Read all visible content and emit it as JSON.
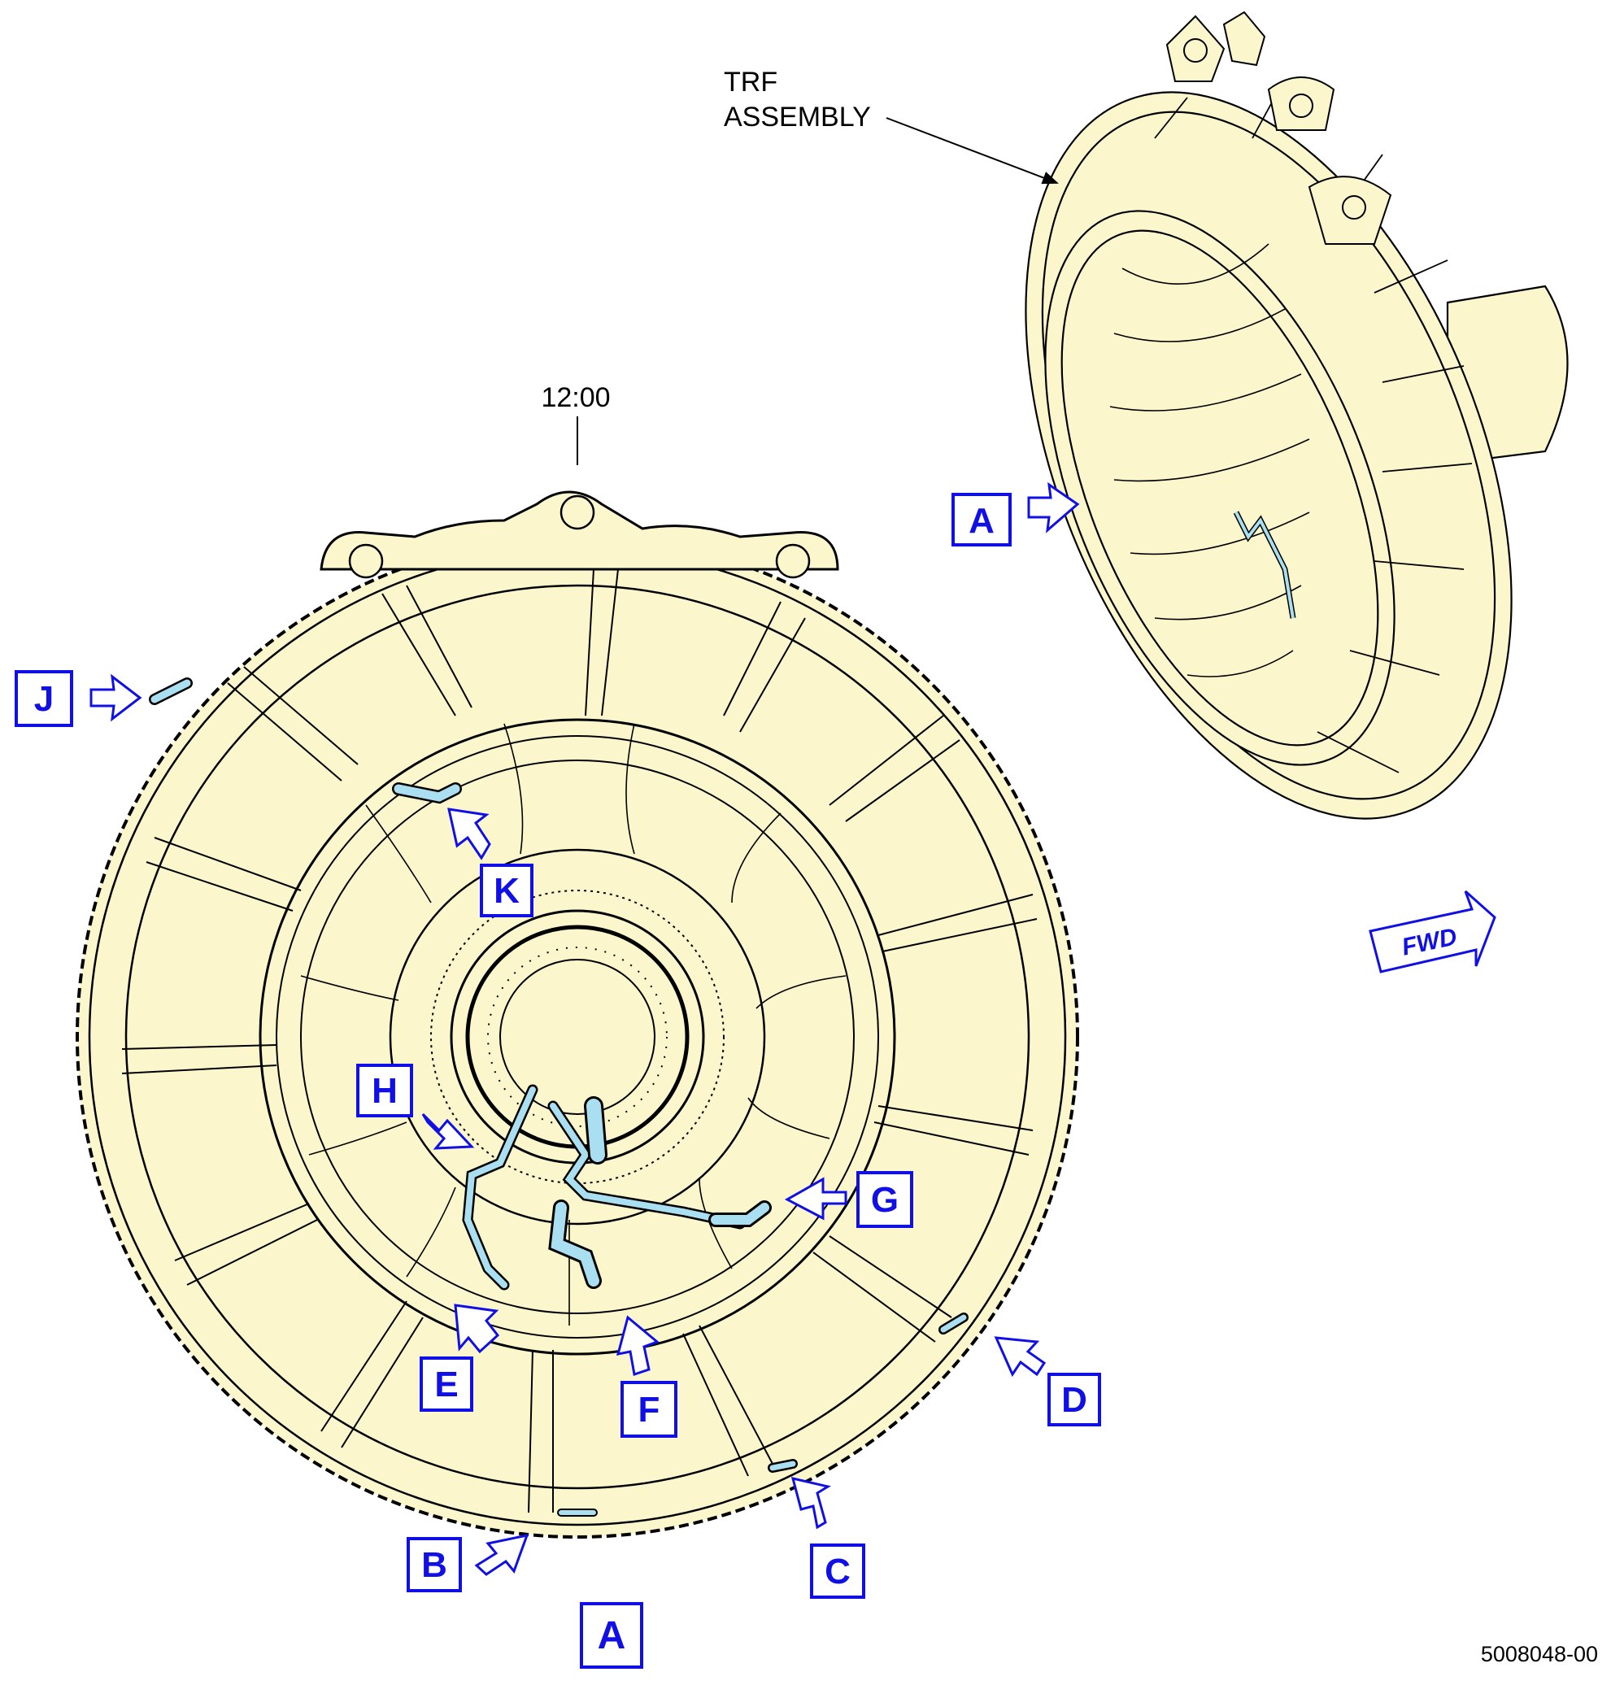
{
  "labels": {
    "trf_line1": "TRF",
    "trf_line2": "ASSEMBLY",
    "clock": "12:00",
    "fwd": "FWD",
    "sheet_id": "5008048-00"
  },
  "callouts": {
    "A_top": "A",
    "A_bottom": "A",
    "B": "B",
    "C": "C",
    "D": "D",
    "E": "E",
    "F": "F",
    "G": "G",
    "H": "H",
    "J": "J",
    "K": "K"
  },
  "colors": {
    "part_fill": "#fbf6cc",
    "callout_blue": "#1010e6",
    "tube_blue": "#a9dff0",
    "line": "#000000"
  }
}
